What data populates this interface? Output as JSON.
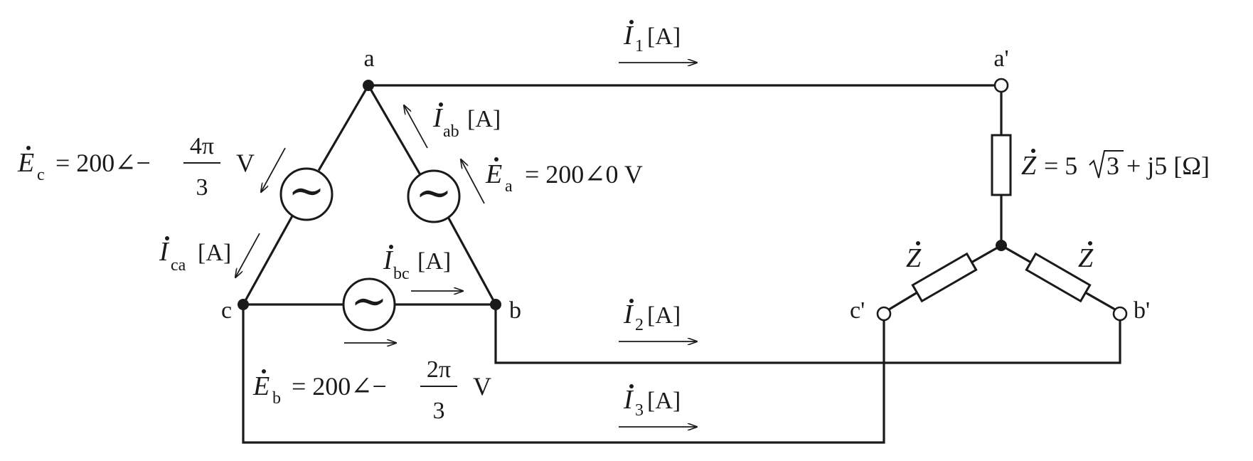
{
  "nodes": {
    "a": "a",
    "b": "b",
    "c": "c",
    "a_prime": "a'",
    "b_prime": "b'",
    "c_prime": "c'"
  },
  "line_currents": [
    {
      "symbol": "I",
      "sub": "1",
      "unit": "[A]"
    },
    {
      "symbol": "I",
      "sub": "2",
      "unit": "[A]"
    },
    {
      "symbol": "I",
      "sub": "3",
      "unit": "[A]"
    }
  ],
  "phase_currents": {
    "ab": {
      "symbol": "I",
      "sub": "ab",
      "unit": "[A]"
    },
    "bc": {
      "symbol": "I",
      "sub": "bc",
      "unit": "[A]"
    },
    "ca": {
      "symbol": "I",
      "sub": "ca",
      "unit": "[A]"
    }
  },
  "sources": {
    "a": {
      "symbol": "E",
      "sub": "a",
      "rhs": "= 200∠0  V"
    },
    "b": {
      "symbol": "E",
      "sub": "b",
      "pre": "= 200∠−",
      "num": "2π",
      "den": "3",
      "unit": "V"
    },
    "c": {
      "symbol": "E",
      "sub": "c",
      "pre": "= 200∠−",
      "num": "4π",
      "den": "3",
      "unit": "V"
    }
  },
  "impedance": {
    "symbol": "Z",
    "coef": "= 5",
    "radicand": "3",
    "rest": "+ j5  [Ω]"
  },
  "source_glyph": "∼"
}
